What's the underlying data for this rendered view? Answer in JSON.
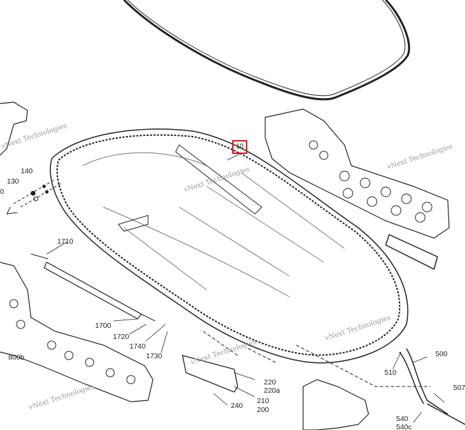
{
  "diagram": {
    "selected_callout": "10",
    "highlight_color": "#d01c1c",
    "watermark": "vNext Technologies",
    "callouts": [
      "140",
      "130",
      "0",
      "1710",
      "1700",
      "1720",
      "1740",
      "1730",
      "800b",
      "220",
      "220a",
      "210",
      "200",
      "240",
      "510",
      "500",
      "507",
      "540",
      "540c"
    ]
  }
}
